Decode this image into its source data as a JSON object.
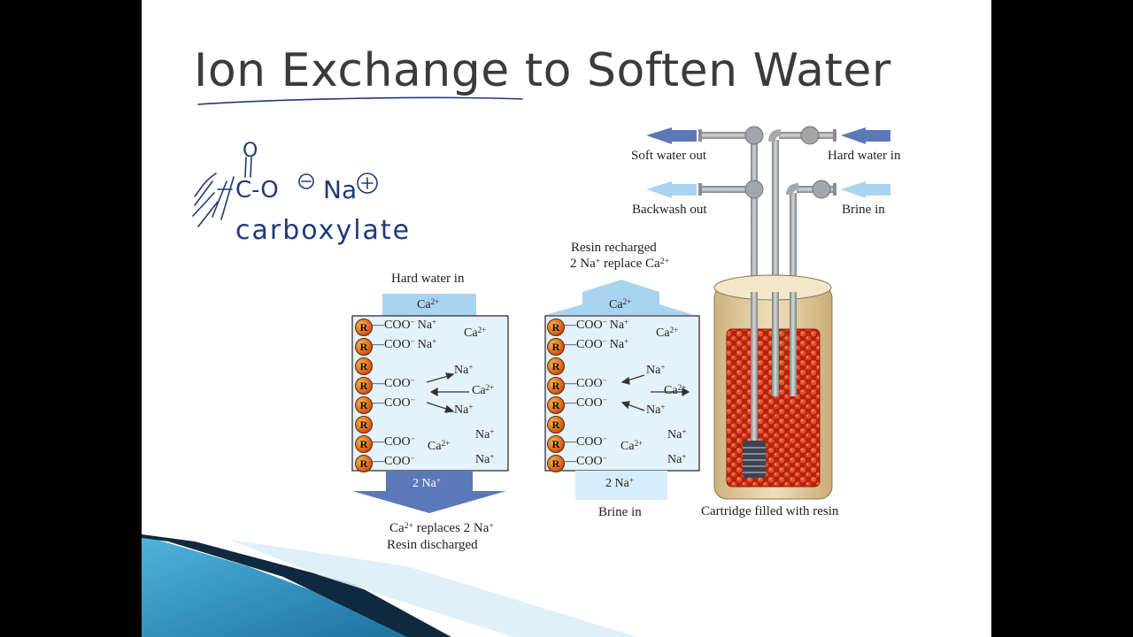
{
  "slide": {
    "title": "Ion Exchange to Soften Water",
    "handwriting": {
      "oxygen": "O",
      "formula_main": "C-O",
      "formula_sodium": "Na",
      "carboxylate": "carboxylate"
    }
  },
  "panel_discharge": {
    "top_label": "Hard water in",
    "inflow_ion": "Ca",
    "inflow_charge": "2+",
    "bead_letter": "R",
    "rows": [
      {
        "group": "—COO",
        "charge": "−",
        "counter": "Na",
        "counter_charge": "+"
      },
      {
        "group": "—COO",
        "charge": "−",
        "counter": "Na",
        "counter_charge": "+"
      },
      {
        "group": "",
        "charge": "",
        "counter": "",
        "counter_charge": ""
      },
      {
        "group": "—COO",
        "charge": "−",
        "counter": "",
        "counter_charge": ""
      },
      {
        "group": "—COO",
        "charge": "−",
        "counter": "",
        "counter_charge": ""
      },
      {
        "group": "",
        "charge": "",
        "counter": "",
        "counter_charge": ""
      },
      {
        "group": "—COO",
        "charge": "−",
        "counter": "",
        "counter_charge": ""
      },
      {
        "group": "—COO",
        "charge": "−",
        "counter": "",
        "counter_charge": ""
      }
    ],
    "free_ions": {
      "ca_top": "Ca",
      "ca_mid": "Ca",
      "ca_low": "Ca",
      "charge2": "2+",
      "na_a": "Na",
      "na_b": "Na",
      "na_c": "Na",
      "na_d": "Na",
      "charge1": "+"
    },
    "outflow": "2 Na",
    "outflow_charge": "+",
    "caption_line1_pre": "Ca",
    "caption_line1_charge": "2+",
    "caption_line1_post": " replaces 2 Na",
    "caption_line1_end": "+",
    "caption_line2": "Resin discharged"
  },
  "panel_recharge": {
    "top_label_line1": "Resin recharged",
    "top_label_line2_pre": "2 Na",
    "top_label_line2_charge": "+",
    "top_label_line2_post": " replace  Ca",
    "top_label_line2_end": "2+",
    "outflow_ion": "Ca",
    "outflow_charge": "2+",
    "inflow": "2 Na",
    "inflow_charge": "+",
    "bottom_label": "Brine in"
  },
  "tank": {
    "soft_water_out": "Soft water out",
    "hard_water_in": "Hard water in",
    "backwash_out": "Backwash out",
    "brine_in": "Brine in",
    "caption": "Cartridge filled with resin"
  },
  "colors": {
    "arrow_dark": "#5b79b8",
    "arrow_light": "#a9d4ef",
    "panel_fill": "#e4f2fb",
    "bead": "#d9621e",
    "resin": "#d83a16",
    "tank_outer": "#e6d2a8",
    "pipe": "#8f9396",
    "handwriting": "#1e3a78"
  }
}
